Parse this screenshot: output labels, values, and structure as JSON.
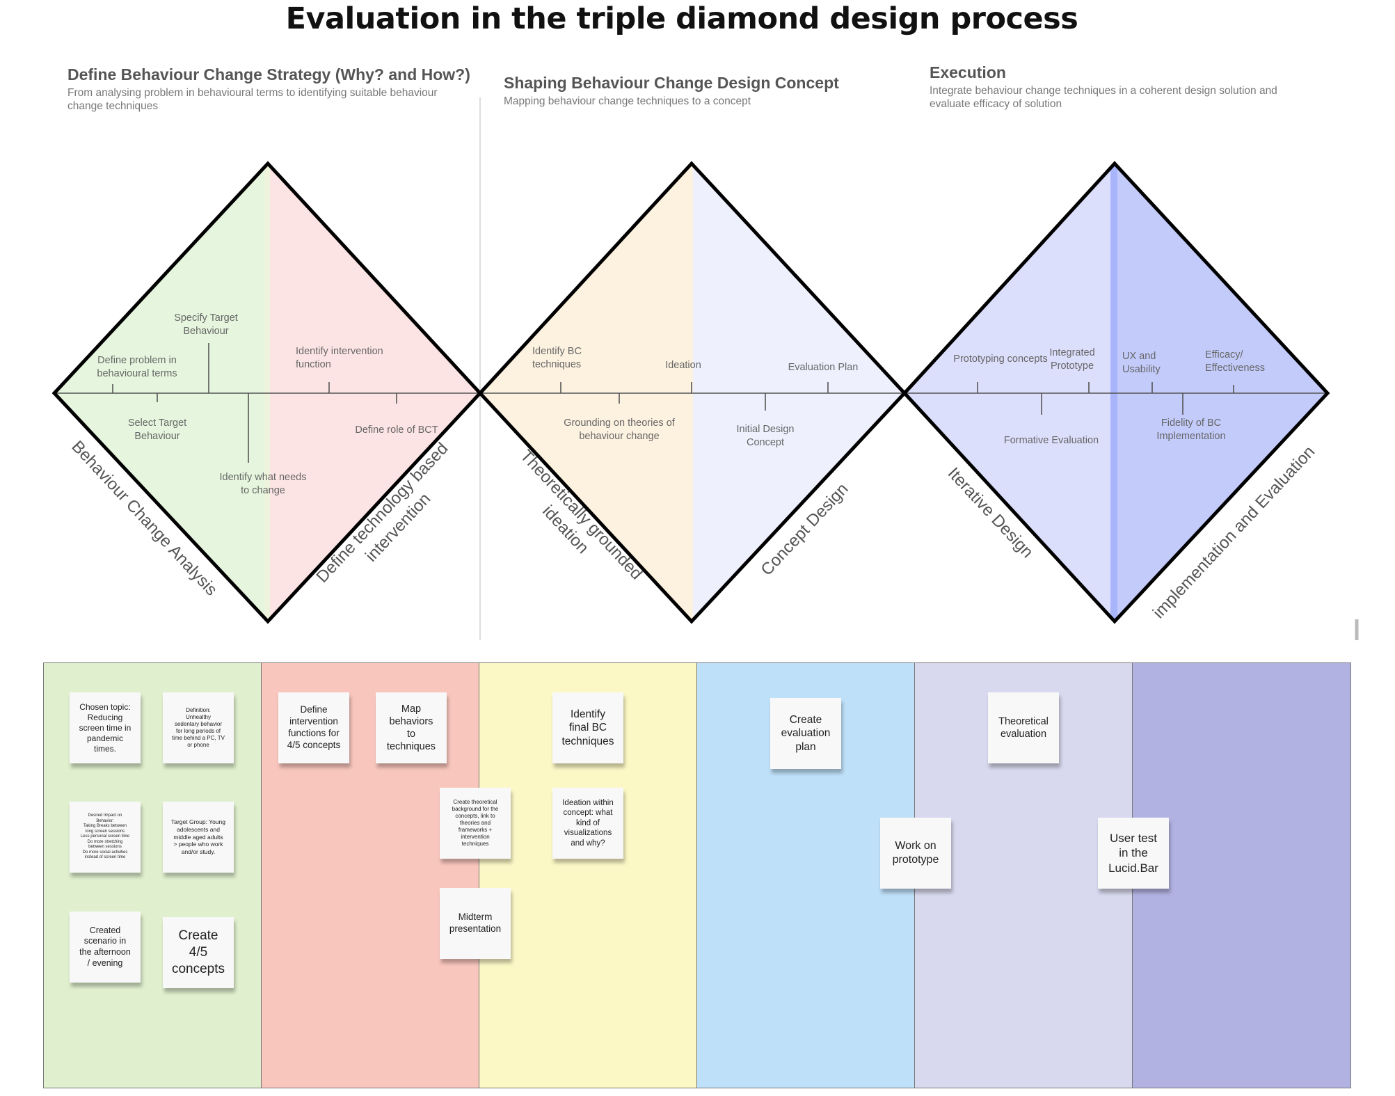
{
  "title": "Evaluation in the triple diamond design process",
  "phases": [
    {
      "title": "Define Behaviour Change Strategy (Why? and How?)",
      "subtitle": "From analysing problem in behavioural terms to identifying suitable behaviour change techniques"
    },
    {
      "title": "Shaping Behaviour Change Design Concept",
      "subtitle": "Mapping behaviour change techniques to a concept"
    },
    {
      "title": "Execution",
      "subtitle": "Integrate behaviour change techniques in a coherent design solution and evaluate efficacy of solution"
    }
  ],
  "diamonds": {
    "left_labels": [
      {
        "lines": [
          "Behaviour Change Analysis"
        ]
      },
      {
        "lines": [
          "Theoretically grounded",
          "ideation"
        ]
      },
      {
        "lines": [
          "Iterative Design"
        ]
      }
    ],
    "right_labels": [
      {
        "lines": [
          "Define technology based",
          "intervention"
        ]
      },
      {
        "lines": [
          "Concept Design"
        ]
      },
      {
        "lines": [
          "implementation and Evaluation"
        ]
      }
    ],
    "steps": [
      {
        "lines": [
          "Specify Target",
          "Behaviour"
        ]
      },
      {
        "lines": [
          "Define problem in",
          "behavioural  terms"
        ]
      },
      {
        "lines": [
          "Select Target",
          "Behaviour"
        ]
      },
      {
        "lines": [
          "Identify what needs",
          "to change"
        ]
      },
      {
        "lines": [
          "Identify intervention",
          "function"
        ]
      },
      {
        "lines": [
          "Define role of BCT"
        ]
      },
      {
        "lines": [
          "Identify BC",
          "techniques"
        ]
      },
      {
        "lines": [
          "Ideation"
        ]
      },
      {
        "lines": [
          "Grounding on theories of",
          "behaviour change"
        ]
      },
      {
        "lines": [
          "Evaluation Plan"
        ]
      },
      {
        "lines": [
          "Initial Design",
          "Concept"
        ]
      },
      {
        "lines": [
          "Prototyping concepts"
        ]
      },
      {
        "lines": [
          "Integrated",
          "Prototype"
        ]
      },
      {
        "lines": [
          "UX and",
          "Usability"
        ]
      },
      {
        "lines": [
          "Efficacy/",
          "Effectiveness"
        ]
      },
      {
        "lines": [
          "Formative Evaluation"
        ]
      },
      {
        "lines": [
          "Fidelity of BC",
          "Implementation"
        ]
      }
    ]
  },
  "board": {
    "colors": [
      "#e0f0ce",
      "#f9c6bd",
      "#fcf8c6",
      "#bfe0f9",
      "#d8d8ee",
      "#b2b2e2"
    ],
    "notes": [
      {
        "lines": [
          "Chosen topic:",
          "Reducing",
          "screen time in",
          "pandemic",
          "times."
        ]
      },
      {
        "lines": [
          "Definition:",
          "Unhealthy",
          "sedentary behavior",
          "for long periods of",
          "time behind a PC, TV",
          "or phone"
        ]
      },
      {
        "lines": [
          "Desired Impact on",
          "Behavior:",
          "Taking Breaks between",
          "long screen sessions",
          "Less personal screen time",
          "Do more stretching",
          "between sessions",
          "Do more social activities",
          "instead of screen time"
        ]
      },
      {
        "lines": [
          "Target Group: Young",
          "adolescents and",
          "middle aged adults",
          "> people who work",
          "and/or study."
        ]
      },
      {
        "lines": [
          "Created",
          "scenario in",
          "the afternoon",
          "/ evening"
        ]
      },
      {
        "lines": [
          "Create",
          "4/5",
          "concepts"
        ]
      },
      {
        "lines": [
          "Define",
          "intervention",
          "functions for",
          "4/5 concepts"
        ]
      },
      {
        "lines": [
          "Map",
          "behaviors",
          "to",
          "techniques"
        ]
      },
      {
        "lines": [
          "Create theoretical",
          "background for the",
          "concepts, link to",
          "theories and",
          "frameworks +",
          "intervention",
          "techniques"
        ]
      },
      {
        "lines": [
          "Midterm",
          "presentation"
        ]
      },
      {
        "lines": [
          "Identify",
          "final BC",
          "techniques"
        ]
      },
      {
        "lines": [
          "Ideation within",
          "concept: what",
          "kind of",
          "visualizations",
          "and why?"
        ]
      },
      {
        "lines": [
          "Create",
          "evaluation",
          "plan"
        ]
      },
      {
        "lines": [
          "Work on",
          "prototype"
        ]
      },
      {
        "lines": [
          "Theoretical",
          "evaluation"
        ]
      },
      {
        "lines": [
          "User test",
          "in the",
          "Lucid.Bar"
        ]
      }
    ]
  }
}
